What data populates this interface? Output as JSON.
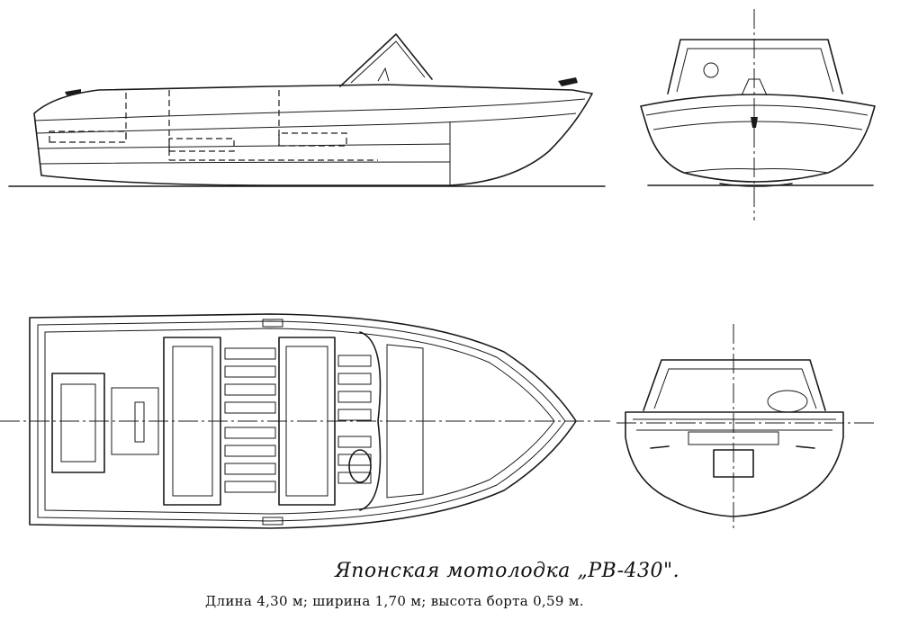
{
  "caption": {
    "title": "Японская мотолодка „PB-430\".",
    "specs": "Длина 4,30 м; ширина 1,70 м; высота борта 0,59 м."
  },
  "views": [
    {
      "name": "side-view"
    },
    {
      "name": "bow-view"
    },
    {
      "name": "plan-view"
    },
    {
      "name": "stern-view"
    }
  ]
}
